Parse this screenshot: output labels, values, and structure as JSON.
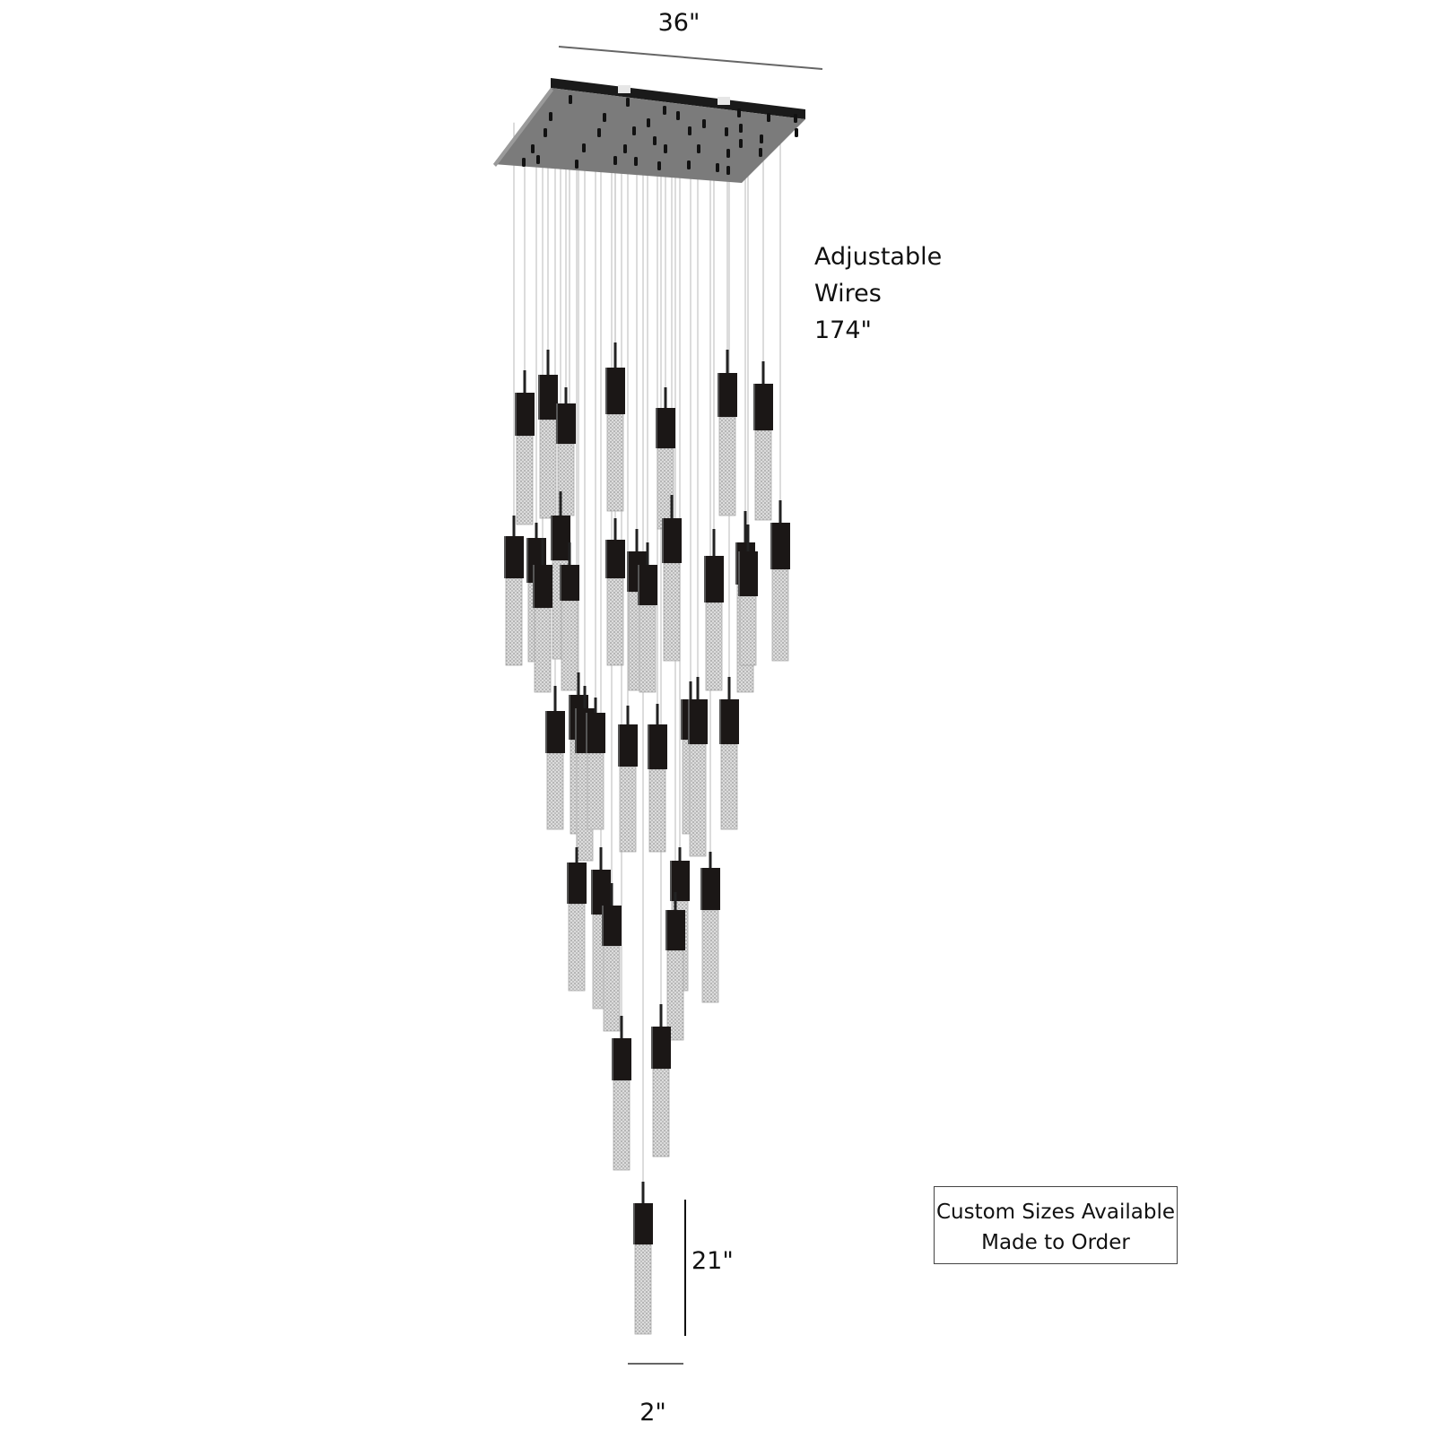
{
  "diagram": {
    "subject": "multi-pendant cascading chandelier dimension drawing",
    "dimensions": {
      "canopy_width": "36\"",
      "wires_line1": "Adjustable",
      "wires_line2": "Wires",
      "wires_length": "174\"",
      "pendant_height": "21\"",
      "pendant_width": "2\""
    },
    "note": {
      "line1": "Custom Sizes Available",
      "line2": "Made to Order"
    },
    "colors": {
      "canopy_face": "#7a7a7a",
      "canopy_edge": "#1a1a1a",
      "pendant_block": "#1b1716",
      "pendant_glass": "#c9c9c9",
      "wire": "#bdbdbd",
      "dimension_line": "#555555",
      "text": "#111111"
    },
    "pendant_count": 42
  }
}
